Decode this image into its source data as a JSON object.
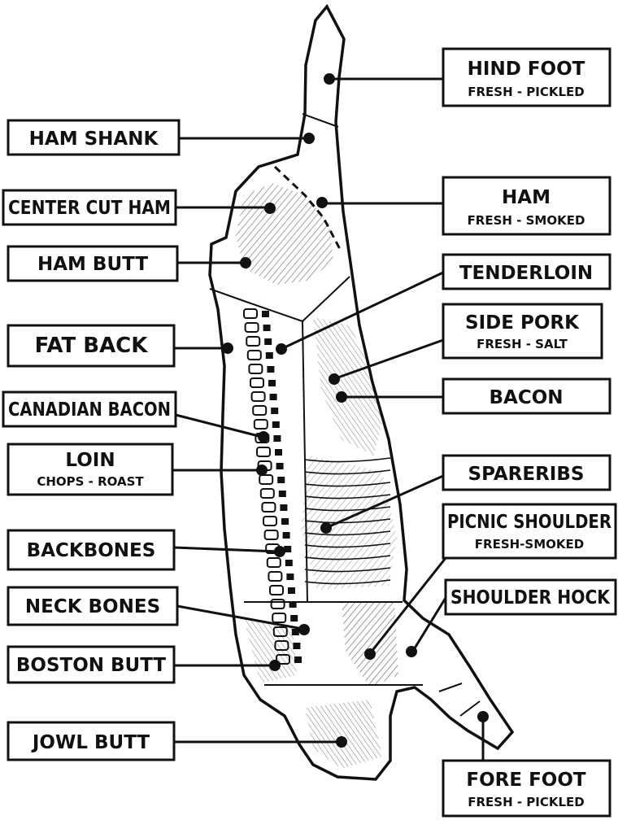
{
  "labels": {
    "hind_foot": {
      "main": "HIND FOOT",
      "sub": "FRESH - PICKLED"
    },
    "ham_shank": {
      "main": "HAM SHANK"
    },
    "ham": {
      "main": "HAM",
      "sub": "FRESH - SMOKED"
    },
    "center_cut_ham": {
      "main": "CENTER CUT HAM"
    },
    "ham_butt": {
      "main": "HAM BUTT"
    },
    "tenderloin": {
      "main": "TENDERLOIN"
    },
    "side_pork": {
      "main": "SIDE PORK",
      "sub": "FRESH - SALT"
    },
    "fat_back": {
      "main": "FAT BACK"
    },
    "bacon": {
      "main": "BACON"
    },
    "canadian_bacon": {
      "main": "CANADIAN BACON"
    },
    "loin": {
      "main": "LOIN",
      "sub": "CHOPS - ROAST"
    },
    "spareribs": {
      "main": "SPARERIBS"
    },
    "picnic_shoulder": {
      "main": "PICNIC SHOULDER",
      "sub": "FRESH-SMOKED"
    },
    "backbones": {
      "main": "BACKBONES"
    },
    "shoulder_hock": {
      "main": "SHOULDER HOCK"
    },
    "neck_bones": {
      "main": "NECK BONES"
    },
    "boston_butt": {
      "main": "BOSTON BUTT"
    },
    "jowl_butt": {
      "main": "JOWL BUTT"
    },
    "fore_foot": {
      "main": "FORE FOOT",
      "sub": "FRESH - PICKLED"
    }
  },
  "colors": {
    "ink": "#111111",
    "paper": "#ffffff",
    "shade": "#b5b5b5"
  }
}
